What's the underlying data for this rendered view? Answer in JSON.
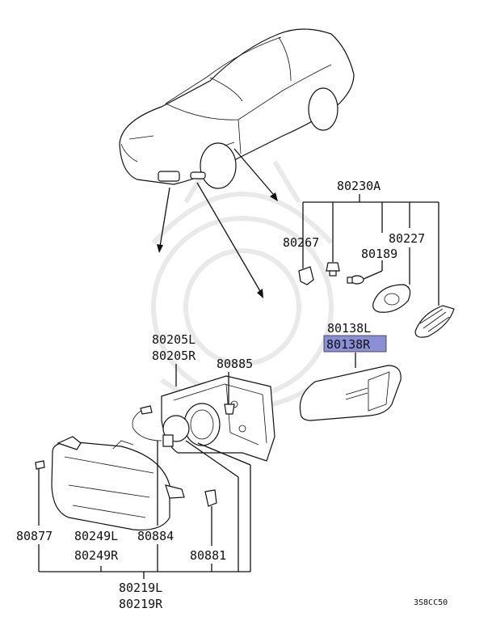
{
  "labels": {
    "p80230A": "80230A",
    "p80267": "80267",
    "p80227": "80227",
    "p80189": "80189",
    "p80138L": "80138L",
    "p80138R": "80138R",
    "p80205L": "80205L",
    "p80205R": "80205R",
    "p80885": "80885",
    "p80877": "80877",
    "p80249L": "80249L",
    "p80249R": "80249R",
    "p80884": "80884",
    "p80881": "80881",
    "p80219L": "80219L",
    "p80219R": "80219R",
    "diagram_code": "3S8CC50"
  },
  "highlight": {
    "part": "80138R",
    "color": "#8b8fd6"
  }
}
